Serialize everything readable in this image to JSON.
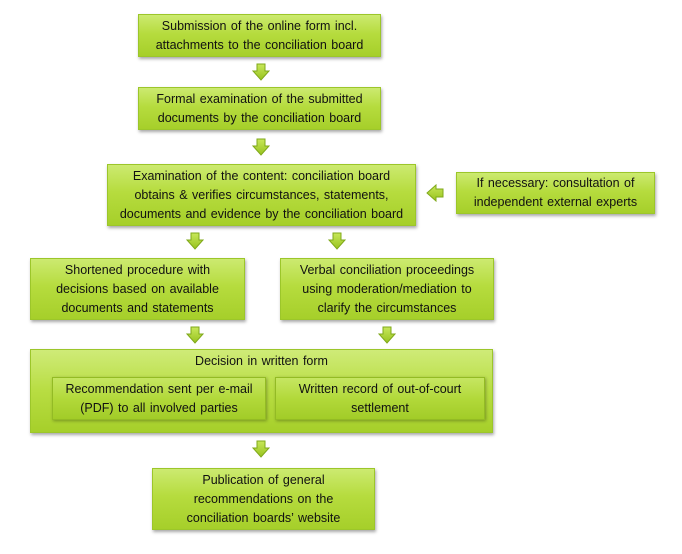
{
  "steps": {
    "submission": [
      "Submission  of the online form incl.",
      "attachments to the conciliation board"
    ],
    "formal": [
      "Formal examination of the submitted",
      "documents by the conciliation board"
    ],
    "content": [
      "Examination of the content: conciliation board",
      "obtains & verifies circumstances, statements,",
      "documents and evidence by the conciliation board"
    ],
    "experts": [
      "If necessary: consultation of",
      "independent external experts"
    ],
    "shortened": [
      "Shortened procedure with",
      "decisions based on available",
      "documents and statements"
    ],
    "verbal": [
      "Verbal conciliation proceedings",
      "using moderation/mediation to",
      "clarify the circumstances"
    ],
    "decision": {
      "title": "Decision in written form",
      "recommendation": [
        "Recommendation sent per e-mail",
        "(PDF) to all involved parties"
      ],
      "record": [
        "Written record of out-of-court",
        "settlement"
      ]
    },
    "publication": [
      "Publication of general",
      "recommendations on the",
      "conciliation boards’ website"
    ]
  },
  "colors": {
    "box_fill": "#b6dc3e",
    "box_border": "#9cc62a",
    "arrow_fill": "#a9d22c",
    "arrow_stroke": "#7fa81a"
  }
}
